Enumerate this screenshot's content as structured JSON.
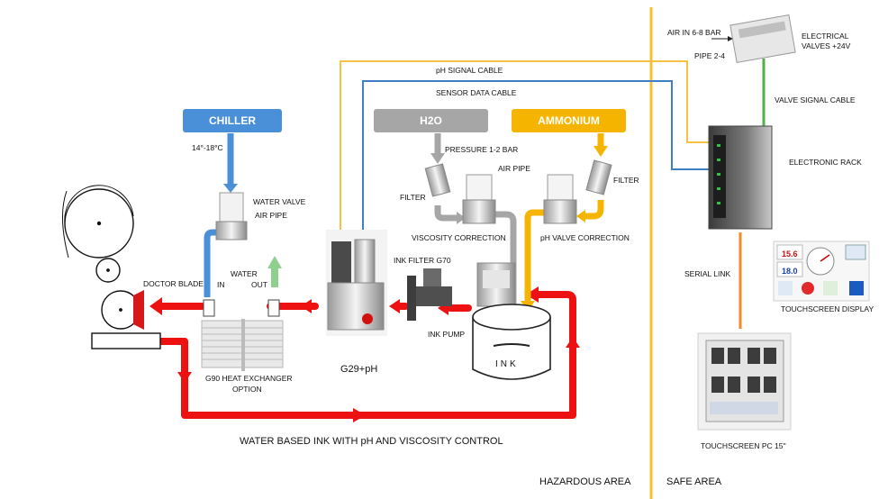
{
  "headers": {
    "chiller": "CHILLER",
    "h2o": "H2O",
    "ammonium": "AMMONIUM"
  },
  "labels": {
    "chiller_temp": "14°-18°C",
    "water_valve": "WATER VALVE",
    "air_pipe_left": "AIR PIPE",
    "water": "WATER",
    "water_in": "IN",
    "water_out": "OUT",
    "doctor_blade": "DOCTOR BLADE",
    "heat_exchanger_1": "G90 HEAT EXCHANGER",
    "heat_exchanger_2": "OPTION",
    "g29": "G29+pH",
    "ink_filter": "INK FILTER G70",
    "ink_pump": "INK PUMP",
    "ink_tank": "INK",
    "pressure": "PRESSURE 1-2 BAR",
    "filter_left": "FILTER",
    "filter_right": "FILTER",
    "air_pipe_mid": "AIR PIPE",
    "viscosity_correction": "VISCOSITY CORRECTION",
    "ph_valve_correction": "pH VALVE CORRECTION",
    "ph_signal_cable": "pH SIGNAL CABLE",
    "sensor_data_cable": "SENSOR DATA CABLE",
    "air_in": "AIR IN 6-8 BAR",
    "pipe": "PIPE 2-4",
    "electrical_valves_1": "ELECTRICAL",
    "electrical_valves_2": "VALVES +24V",
    "valve_signal_cable": "VALVE SIGNAL CABLE",
    "electronic_rack": "ELECTRONIC RACK",
    "serial_link": "SERIAL LINK",
    "touchscreen_display": "TOUCHSCREEN DISPLAY",
    "touchscreen_pc": "TOUCHSCREEN PC 15''",
    "main_caption": "WATER BASED INK WITH pH AND VISCOSITY CONTROL",
    "hazardous_area": "HAZARDOUS AREA",
    "safe_area": "SAFE AREA"
  },
  "display": {
    "val1": "15.6",
    "val2": "18.0"
  },
  "colors": {
    "red": "#ee1111",
    "blue": "#4a90d9",
    "grey": "#a6a6a6",
    "orange": "#f5b400",
    "green": "#8fd08f",
    "cable_yellow": "#f5c242",
    "cable_blue": "#3f7fc7",
    "cable_green": "#55b04a",
    "cable_orange": "#f08a2a",
    "divider": "#f7c02c"
  }
}
